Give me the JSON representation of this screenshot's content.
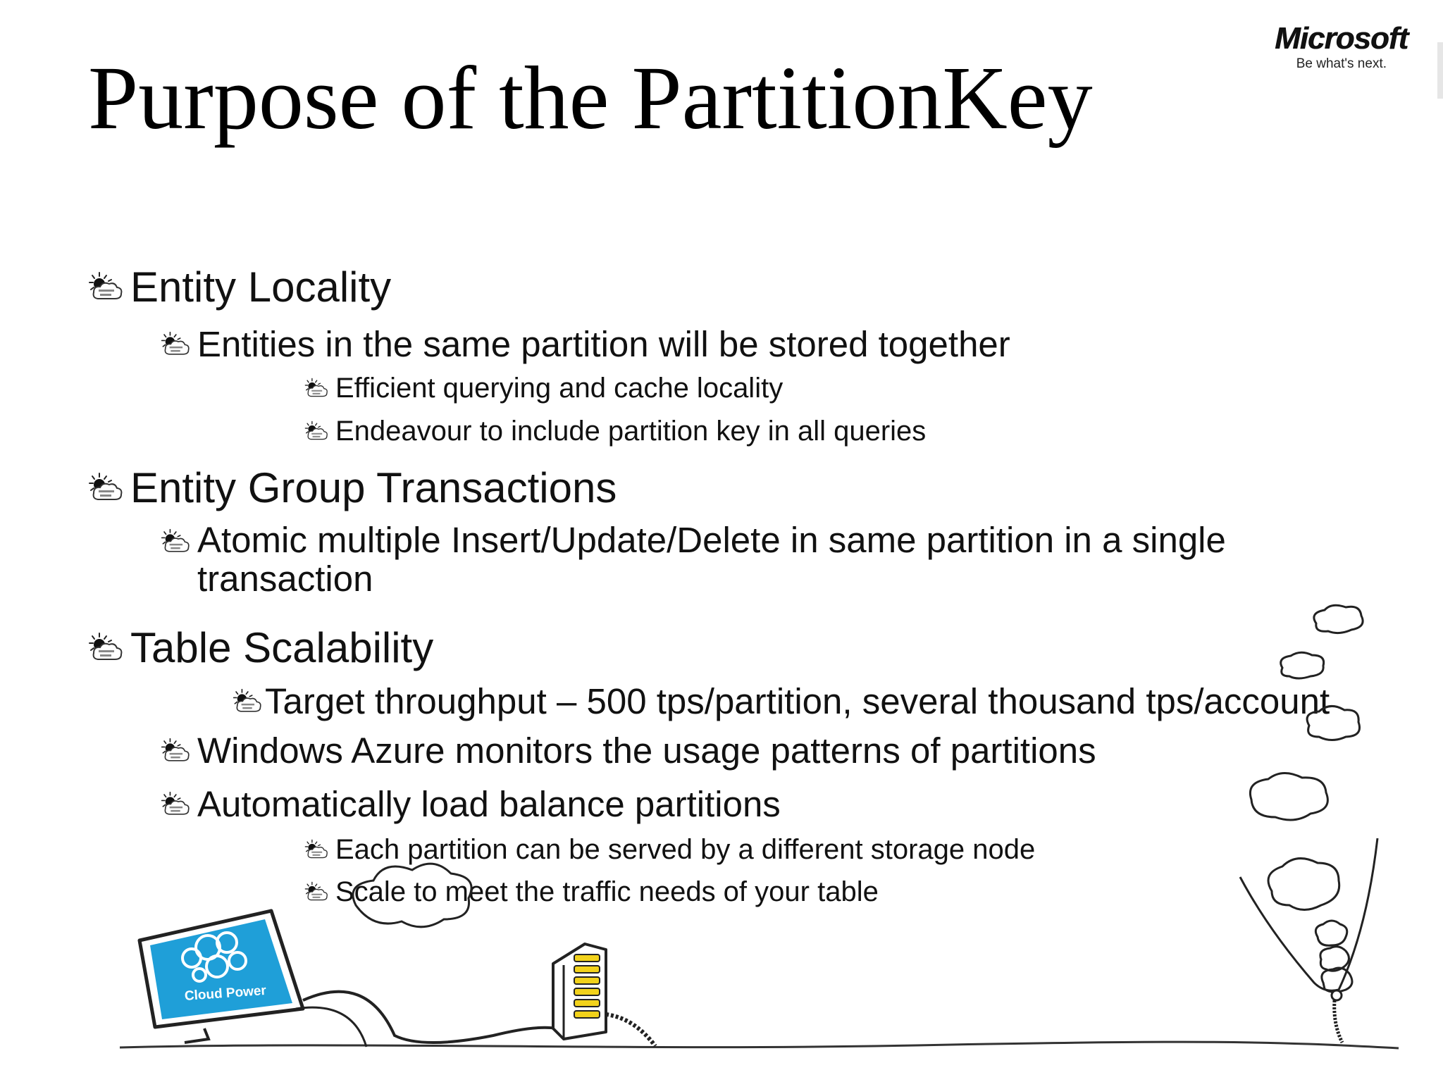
{
  "brand": {
    "name": "Microsoft",
    "tagline": "Be what's next."
  },
  "slide": {
    "title": "Purpose of the PartitionKey",
    "bullets": [
      {
        "level": 1,
        "text": "Entity Locality"
      },
      {
        "level": 2,
        "text": "Entities in the same partition will be stored together"
      },
      {
        "level": 3,
        "text": "Efficient querying and cache locality"
      },
      {
        "level": 3,
        "text": "Endeavour to include partition key in all queries"
      },
      {
        "level": 1,
        "text": "Entity Group Transactions"
      },
      {
        "level": 2,
        "text": "Atomic multiple Insert/Update/Delete in same partition in a single transaction"
      },
      {
        "level": 1,
        "text": "Table Scalability"
      },
      {
        "level": 2,
        "text": "Target throughput – 500 tps/partition, several thousand tps/account"
      },
      {
        "level": 2,
        "text": "Windows Azure monitors the usage patterns of partitions"
      },
      {
        "level": 2,
        "text": "Automatically load balance partitions"
      },
      {
        "level": 3,
        "text": "Each partition can be served by a different storage node"
      },
      {
        "level": 3,
        "text": "Scale to meet the traffic needs of your table"
      }
    ]
  },
  "illustration": {
    "screen_label": "Cloud Power",
    "accent_color": "#1f9fd8",
    "server_light_color": "#f2d21b"
  },
  "icons": {
    "bullet": "sun-cloud-icon"
  }
}
